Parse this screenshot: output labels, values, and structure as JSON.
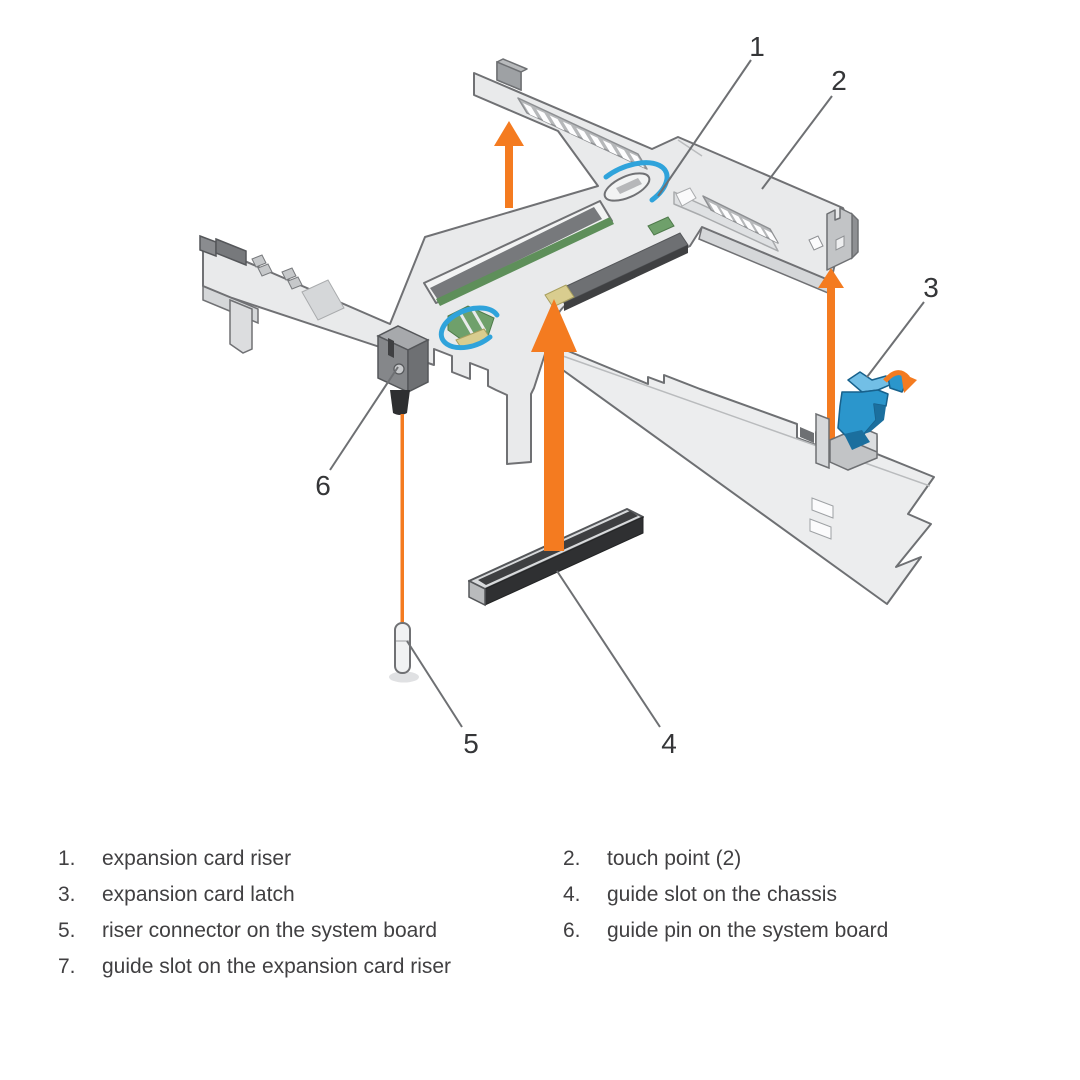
{
  "colors": {
    "c-orange": "#F47B20",
    "c-blue": "#2FA3DB",
    "c-latch": "#2B96CC",
    "c-latch-dark": "#1B6F9E",
    "c-latch-light": "#72BFE6",
    "c-green": "#6FA06B",
    "c-yellow": "#D9CD8F",
    "c-metal": "#E9EAEB",
    "c-outline": "#707174",
    "c-callout": "#353638",
    "c-legend": "#414042",
    "c-bg": "#FFFFFF"
  },
  "diagram": {
    "callouts": [
      {
        "label": "1"
      },
      {
        "label": "2"
      },
      {
        "label": "3"
      },
      {
        "label": "4"
      },
      {
        "label": "5"
      },
      {
        "label": "6"
      }
    ]
  },
  "legend": {
    "columns": [
      {
        "items": [
          {
            "num": "1.",
            "label": "expansion card riser"
          },
          {
            "num": "3.",
            "label": "expansion card latch"
          },
          {
            "num": "5.",
            "label": "riser connector on the system board"
          },
          {
            "num": "7.",
            "label": "guide slot on the expansion card riser"
          }
        ]
      },
      {
        "items": [
          {
            "num": "2.",
            "label": "touch point (2)"
          },
          {
            "num": "4.",
            "label": "guide slot on the chassis"
          },
          {
            "num": "6.",
            "label": "guide pin on the system board"
          }
        ]
      }
    ]
  }
}
